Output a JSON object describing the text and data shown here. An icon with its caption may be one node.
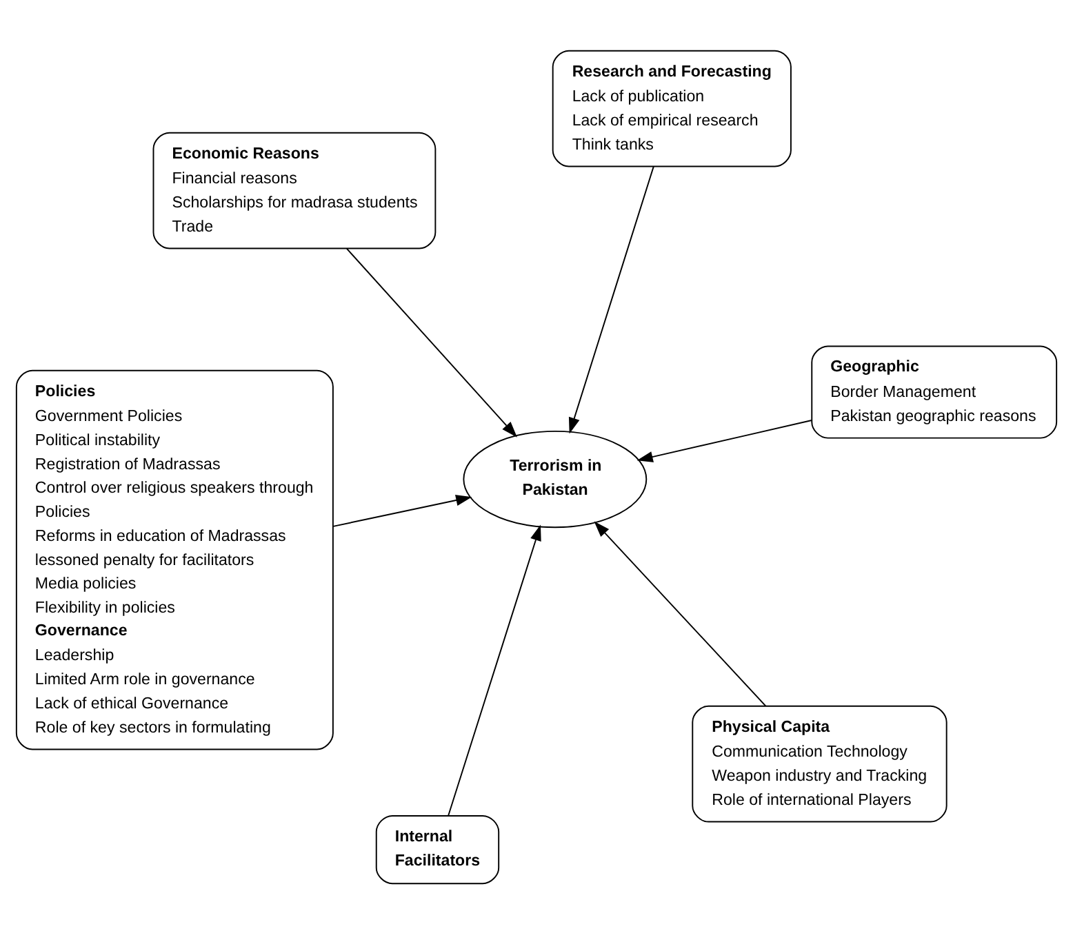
{
  "diagram": {
    "nodes": [
      {
        "text": [
          "Policies",
          "Government Policies",
          "Political instability",
          "Registration of Madrassas",
          "Control over religious speakers through Policies",
          "Reforms in education of Madrassas",
          "lessoned penalty for facilitators",
          "Media policies",
          "Flexibility in policies",
          "Governance",
          "Leadership",
          "Limited Arm role in governance",
          "Lack of ethical Governance",
          "Role of key sectors in formulating"
        ]
      },
      {
        "text": [
          "Physical Capita",
          "Communication Technology",
          "Weapon industry and Tracking",
          "Role of international Players"
        ]
      },
      {
        "text": [
          "Terrorism in Pakistan"
        ]
      },
      {
        "text": [
          "Economic Reasons",
          "Financial reasons",
          "Scholarships for madrasa students",
          "Trade"
        ]
      },
      {
        "text": [
          "Geographic",
          "Border Management",
          "Pakistan geographic reasons"
        ]
      },
      {
        "text": [
          "Research and Forecasting",
          "Lack of publication",
          "Lack of empirical research",
          "Think tanks"
        ]
      },
      {
        "text": [
          "Internal Facilitators"
        ]
      }
    ],
    "edges": [
      {
        "from": 1,
        "to": 2,
        "arrow": "to"
      },
      {
        "from": 3,
        "to": 2,
        "arrow": "to"
      },
      {
        "from": 0,
        "to": 2,
        "arrow": "to"
      },
      {
        "from": 4,
        "to": 2,
        "arrow": "to"
      },
      {
        "from": 5,
        "to": 2,
        "arrow": "to"
      },
      {
        "from": 6,
        "to": 2,
        "arrow": "to"
      }
    ]
  }
}
